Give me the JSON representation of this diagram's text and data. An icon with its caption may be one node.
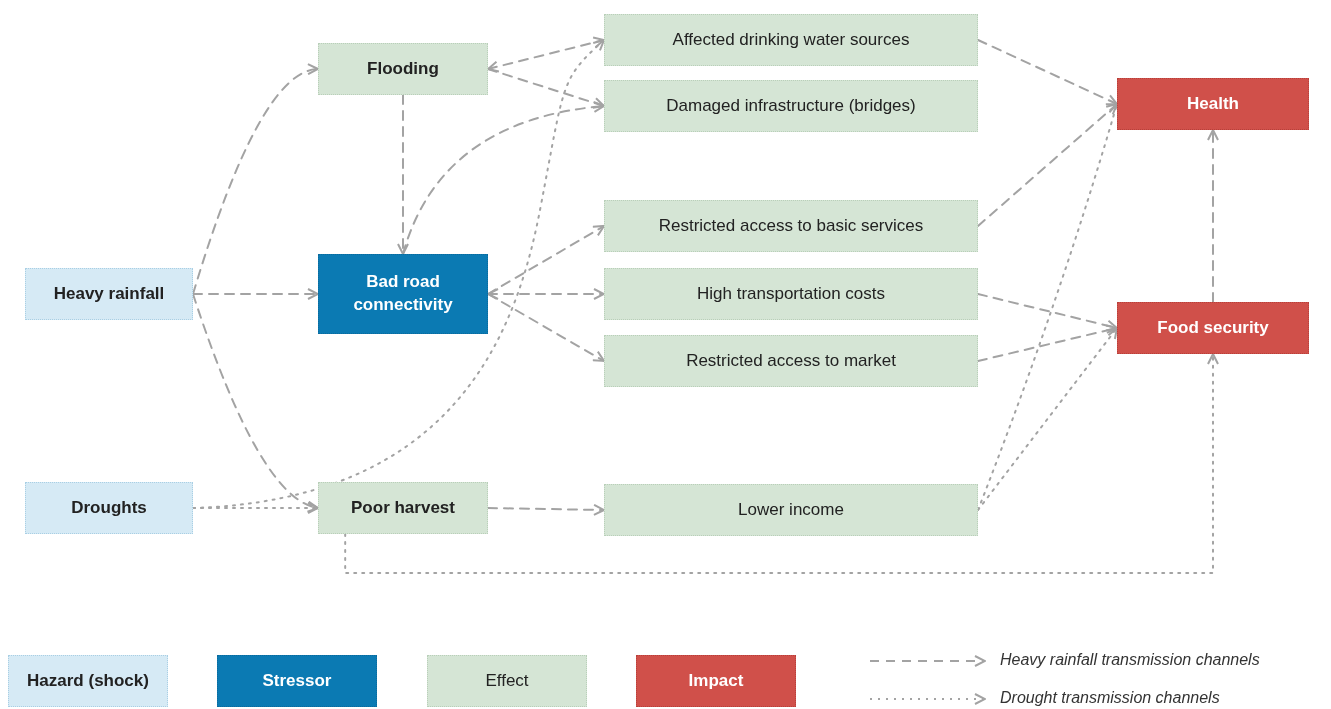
{
  "diagram": {
    "nodes": [
      {
        "text": [
          "Heavy rainfall"
        ]
      },
      {
        "text": [
          "Droughts"
        ]
      },
      {
        "text": [
          "Flooding"
        ]
      },
      {
        "text": [
          "Bad road connectivity"
        ]
      },
      {
        "text": [
          "Poor harvest"
        ]
      },
      {
        "text": [
          "Affected drinking water sources"
        ]
      },
      {
        "text": [
          "Damaged infrastructure (bridges)"
        ]
      },
      {
        "text": [
          "Restricted access to basic services"
        ]
      },
      {
        "text": [
          "High transportation costs"
        ]
      },
      {
        "text": [
          "Restricted access to market"
        ]
      },
      {
        "text": [
          "Lower income"
        ]
      },
      {
        "text": [
          "Health"
        ]
      },
      {
        "text": [
          "Food security"
        ]
      }
    ],
    "edges": [
      {
        "from": 0,
        "to": 2,
        "arrow": "to",
        "style": "dashed"
      },
      {
        "from": 0,
        "to": 3,
        "arrow": "to",
        "style": "dashed"
      },
      {
        "from": 0,
        "to": 4,
        "arrow": "to",
        "style": "dashed"
      },
      {
        "from": 1,
        "to": 4,
        "arrow": "to"
      },
      {
        "from": 1,
        "to": 5,
        "arrow": "to"
      },
      {
        "from": 2,
        "to": 5,
        "arrow": "both",
        "style": "dashed"
      },
      {
        "from": 2,
        "to": 6,
        "arrow": "to",
        "style": "dashed"
      },
      {
        "from": 2,
        "to": 3,
        "arrow": "to",
        "style": "dashed"
      },
      {
        "from": 3,
        "to": 6,
        "arrow": "to",
        "style": "dashed"
      },
      {
        "from": 3,
        "to": 7,
        "arrow": "to",
        "style": "dashed"
      },
      {
        "from": 3,
        "to": 8,
        "arrow": "both",
        "style": "dashed"
      },
      {
        "from": 3,
        "to": 9,
        "arrow": "to",
        "style": "dashed"
      },
      {
        "from": 4,
        "to": 10,
        "arrow": "to",
        "style": "dashed"
      },
      {
        "from": 4,
        "to": 12,
        "arrow": "to"
      },
      {
        "from": 5,
        "to": 11,
        "arrow": "to",
        "style": "dashed"
      },
      {
        "from": 7,
        "to": 11,
        "arrow": "to",
        "style": "dashed"
      },
      {
        "from": 8,
        "to": 12,
        "arrow": "to",
        "style": "dashed"
      },
      {
        "from": 9,
        "to": 12,
        "arrow": "to",
        "style": "dashed"
      },
      {
        "from": 10,
        "to": 11,
        "arrow": "to"
      },
      {
        "from": 10,
        "to": 12,
        "arrow": "to"
      },
      {
        "from": 12,
        "to": 11,
        "arrow": "to",
        "style": "dashed"
      }
    ],
    "legend": [
      {
        "text": "Hazard (shock)",
        "color": "#d6eaf5"
      },
      {
        "text": "Stressor",
        "color": "#0b7ab3"
      },
      {
        "text": "Effect",
        "color": "#d5e5d5"
      },
      {
        "text": "Impact",
        "color": "#d0504a"
      },
      {
        "text": "Heavy rainfall transmission channels"
      },
      {
        "text": "Drought transmission channels"
      }
    ]
  }
}
